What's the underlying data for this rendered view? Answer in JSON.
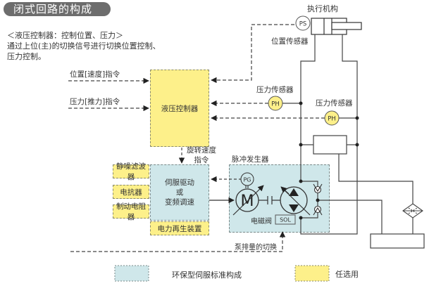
{
  "title": "闭式回路的构成",
  "intro": {
    "line1": "＜液压控制器：控制位置、压力＞",
    "line2": "通过上位(主)的切换信号进行切换位置控制、",
    "line3": "压力控制。"
  },
  "inputs": {
    "position_command": "位置[速度]指令",
    "pressure_command": "压力[推力]指令"
  },
  "controller": {
    "label": "液压控制器"
  },
  "actuator": {
    "label": "执行机构"
  },
  "sensors": {
    "position_sensor_label": "位置传感器",
    "position_sensor_symbol": "PS",
    "pressure_sensor_1_label": "压力传感器",
    "pressure_sensor_2_label": "压力传感器",
    "pressure_sensor_symbol": "PH"
  },
  "rotation_command": {
    "line1": "旋转速度",
    "line2": "指令"
  },
  "servo_drive": {
    "line1": "伺服驱动",
    "line2": "或",
    "line3": "变频调速"
  },
  "options": {
    "noise_filter": "静噪滤波器",
    "reactor": "电抗器",
    "brake_resistor": "制动电阻器",
    "regen_unit": "电力再生装置"
  },
  "pulse_generator": {
    "label": "脉冲发生器",
    "symbol": "PG"
  },
  "motor": {
    "symbol": "M"
  },
  "solenoid": {
    "label": "电磁阀",
    "symbol": "SOL"
  },
  "pump_switch": {
    "label": "泵排量的切换"
  },
  "legend": {
    "standard_label": "环保型伺服标准构成",
    "optional_label": "任选用",
    "standard_color": "#cfe7ea",
    "optional_color": "#fdf08a"
  }
}
